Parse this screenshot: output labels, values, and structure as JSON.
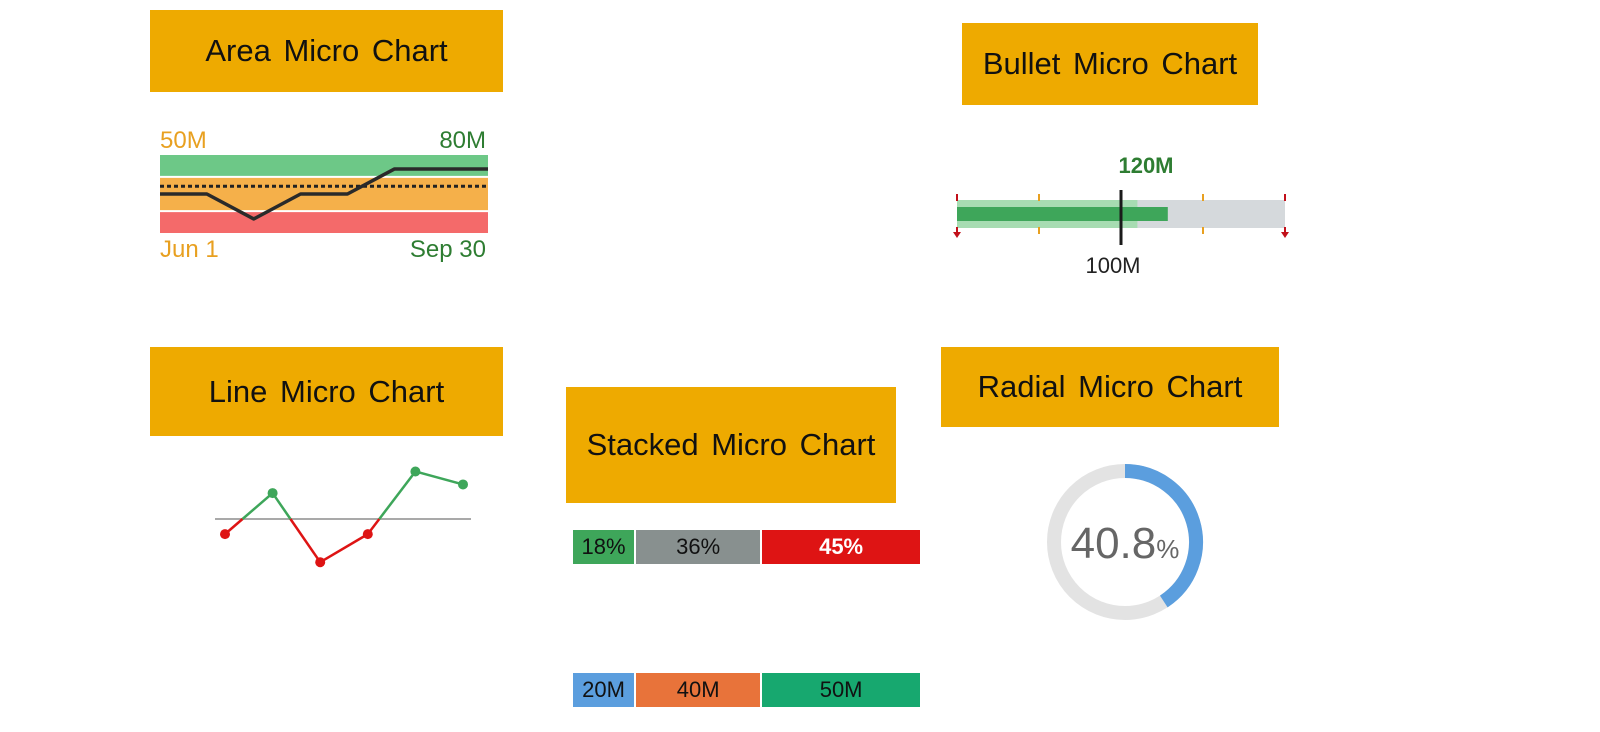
{
  "titles": {
    "area": "Area Micro Chart",
    "bullet": "Bullet Micro Chart",
    "line": "Line Micro Chart",
    "stacked": "Stacked Micro Chart",
    "radial": "Radial Micro Chart"
  },
  "colors": {
    "title_bg": "#eeaa00",
    "good": "#3ea65a",
    "critical": "#e8a020",
    "error": "#de1414",
    "neutral": "#88908f",
    "accent_blue": "#5b9ede"
  },
  "chart_data": [
    {
      "type": "area",
      "name": "area-micro-chart",
      "labels": {
        "top_left": "50M",
        "top_right": "80M",
        "bottom_left": "Jun 1",
        "bottom_right": "Sep 30"
      },
      "bands": [
        {
          "color": "#6dc887",
          "from": 0.72,
          "to": 1.0
        },
        {
          "color": "#f5b04a",
          "from": 0.28,
          "to": 0.72
        },
        {
          "color": "#f46a6a",
          "from": 0.0,
          "to": 0.28
        }
      ],
      "target_line": 0.6,
      "x": [
        0,
        1,
        2,
        3,
        4,
        5,
        6,
        7
      ],
      "y": [
        0.5,
        0.5,
        0.18,
        0.5,
        0.5,
        0.82,
        0.82,
        0.82
      ],
      "ylim": [
        0,
        1
      ]
    },
    {
      "type": "bullet",
      "name": "bullet-micro-chart",
      "value": 120,
      "value_label": "120M",
      "target": 100,
      "target_label": "100M",
      "forecast": 110,
      "min": 0,
      "max": 200,
      "thresholds": [
        {
          "value": 0,
          "color": "#c2101a"
        },
        {
          "value": 50,
          "color": "#e8a020"
        },
        {
          "value": 150,
          "color": "#e8a020"
        },
        {
          "value": 200,
          "color": "#c2101a"
        }
      ]
    },
    {
      "type": "line",
      "name": "line-micro-chart",
      "x": [
        0,
        1,
        2,
        3,
        4,
        5
      ],
      "y": [
        -0.7,
        1.2,
        -2.0,
        -0.7,
        2.2,
        1.6
      ],
      "threshold": 0,
      "ylim": [
        -2.5,
        2.5
      ]
    },
    {
      "type": "bar",
      "name": "stacked-micro-chart-percent",
      "stacked": true,
      "segments": [
        {
          "label": "18%",
          "value": 18,
          "color": "#3ea65a",
          "text_color": "#111111"
        },
        {
          "label": "36%",
          "value": 36,
          "color": "#88908f",
          "text_color": "#111111"
        },
        {
          "label": "45%",
          "value": 45,
          "color": "#de1414",
          "text_color": "#ffffff"
        }
      ]
    },
    {
      "type": "bar",
      "name": "stacked-micro-chart-absolute",
      "stacked": true,
      "segments": [
        {
          "label": "20M",
          "value": 18,
          "color": "#5b9ede",
          "text_color": "#111111"
        },
        {
          "label": "40M",
          "value": 36,
          "color": "#e8733a",
          "text_color": "#111111"
        },
        {
          "label": "50M",
          "value": 45,
          "color": "#17a86f",
          "text_color": "#111111"
        }
      ]
    },
    {
      "type": "pie",
      "name": "radial-micro-chart",
      "value": 40.8,
      "value_text": "40.8",
      "unit": "%",
      "color": "#5b9ede",
      "track_color": "#e3e3e3"
    }
  ]
}
